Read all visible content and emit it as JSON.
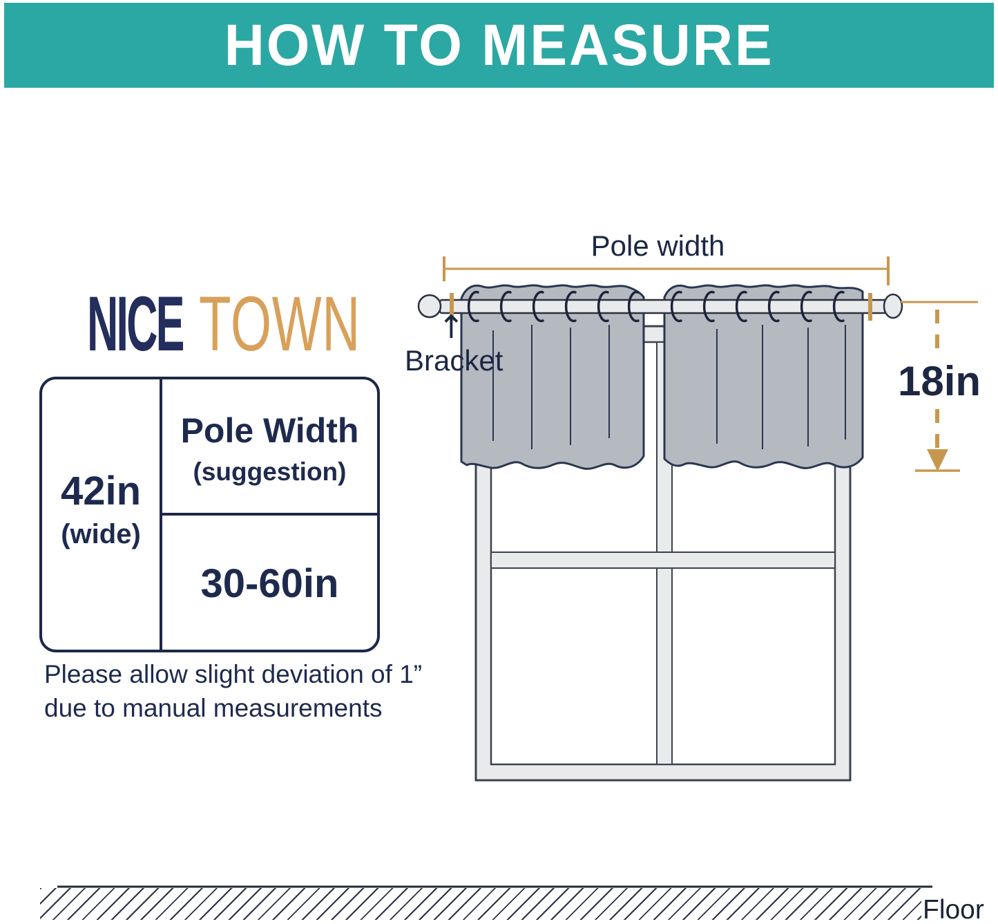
{
  "banner": {
    "title": "HOW TO MEASURE"
  },
  "logo": {
    "nice": "NICE",
    "town": "TOWN"
  },
  "spec_table": {
    "width_value": "42in",
    "width_qualifier": "(wide)",
    "pole_width_title": "Pole Width",
    "pole_width_qualifier": "(suggestion)",
    "pole_width_range": "30-60in"
  },
  "note": {
    "line1": "Please allow slight deviation of 1”",
    "line2": "due to manual measurements"
  },
  "diagram": {
    "pole_width_label": "Pole width",
    "bracket_arrow": "↑",
    "bracket_label": "Bracket",
    "height_label": "18in",
    "floor_label": "Floor"
  },
  "colors": {
    "banner_teal": "#2BA8A3",
    "navy_text": "#1E2A4D",
    "logo_navy": "#242E5C",
    "logo_tan": "#D8A05A",
    "dimension_tan": "#C6984F",
    "curtain_fill": "#B5BAC0",
    "curtain_outline": "#2A3550",
    "frame_fill": "#E9EAEC",
    "frame_outline": "#3B414D"
  }
}
